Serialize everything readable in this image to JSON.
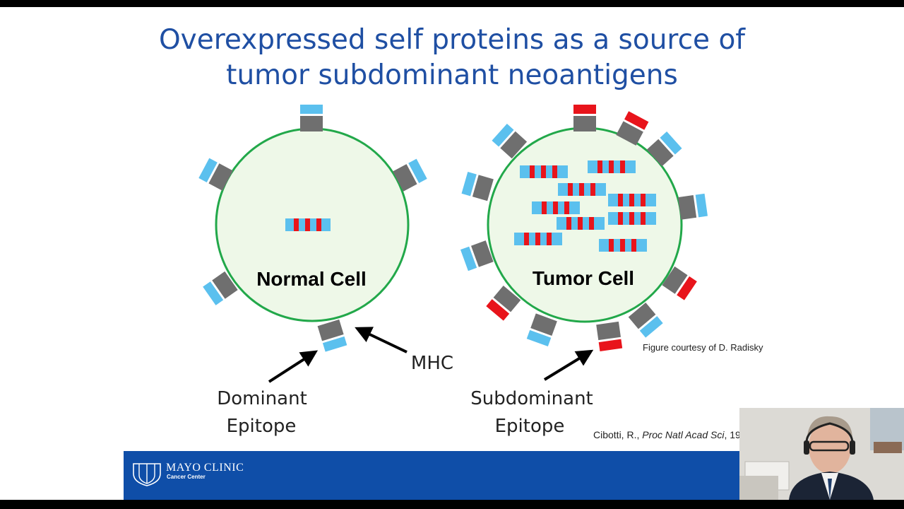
{
  "title": {
    "line1": "Overexpressed self proteins as a source of",
    "line2": "tumor subdominant neoantigens"
  },
  "figure": {
    "normal_cell_label": "Normal Cell",
    "tumor_cell_label": "Tumor Cell",
    "mhc_label": "MHC",
    "dominant_label_line1": "Dominant",
    "dominant_label_line2": "Epitope",
    "subdominant_label_line1": "Subdominant",
    "subdominant_label_line2": "Epitope"
  },
  "credit": "Figure courtesy of D. Radisky",
  "citation": {
    "author": "Cibotti, R., ",
    "journal": "Proc Natl Acad Sci",
    "rest": ", 19"
  },
  "footer": {
    "logo_name": "MAYO CLINIC",
    "logo_sub": "Cancer Center"
  },
  "colors": {
    "title": "#1f4fa3",
    "cell_fill": "#eef8e8",
    "cell_outline": "#22a84a",
    "mhc": "#6f6f6f",
    "self_peptide": "#5bc0ee",
    "neo_peptide": "#e8141b",
    "footer": "#0f4ea8"
  }
}
